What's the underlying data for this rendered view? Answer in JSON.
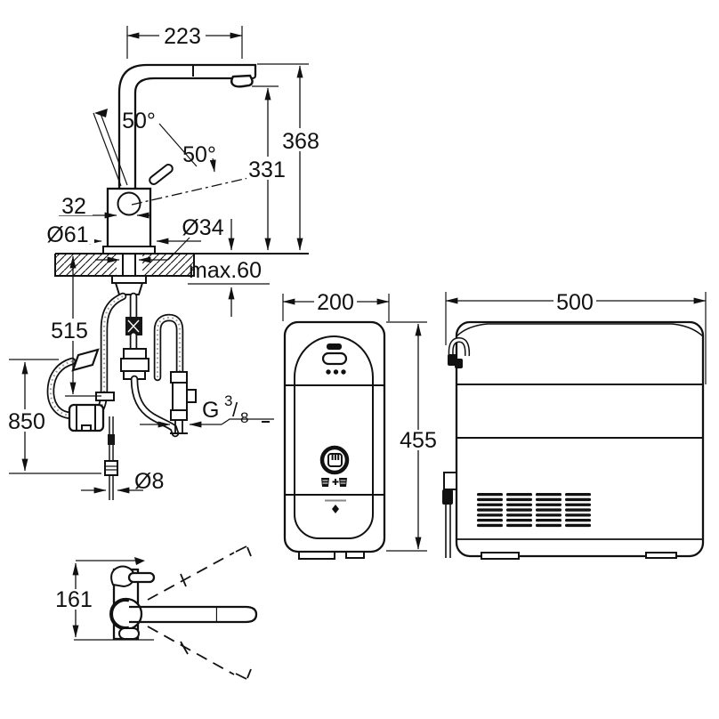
{
  "colors": {
    "line": "#111111",
    "background": "#ffffff",
    "texture": "#999999"
  },
  "labels": {
    "spout_reach": "223",
    "handle_angle": "50°",
    "spray_angle": "50°",
    "height_total": "368",
    "height_outlet": "331",
    "body_width": "32",
    "base_diameter": "Ø61",
    "shank_diameter": "Ø34",
    "deck_thickness": "max.60",
    "hose_length_mid": "515",
    "hose_length_long": "850",
    "thread_letter": "G",
    "thread_numerator": "3",
    "thread_slash": "/",
    "thread_denominator": "8",
    "capillary_diameter": "Ø8",
    "top_view_depth": "161",
    "cooler_width": "200",
    "cooler_height": "455",
    "cooler_depth": "500"
  }
}
